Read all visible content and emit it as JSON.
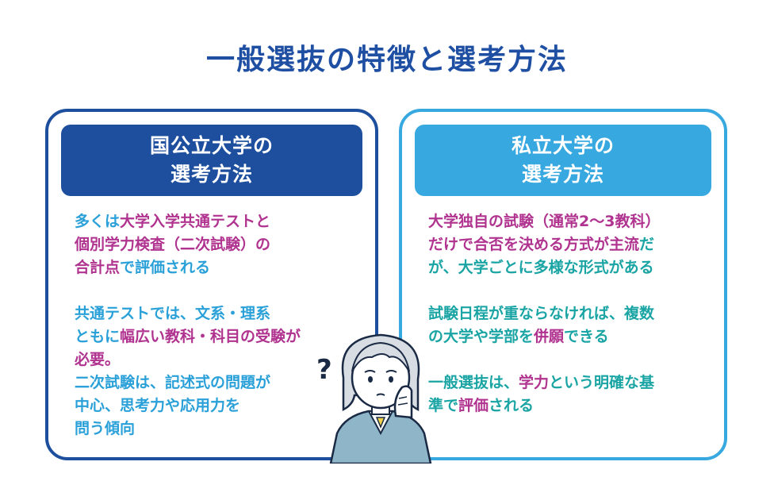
{
  "title": "一般選抜の特徴と選考方法",
  "left_card": {
    "header_line1": "国公立大学の",
    "header_line2": "選考方法",
    "p1": [
      "多くは",
      "大学入学共通テストと",
      "個別学力検査（二次試験）の",
      "合計点",
      "で評価される"
    ],
    "p2": [
      "共通テストでは、文系・理系",
      "ともに",
      "幅広い教科・科目の受験が",
      "必要。"
    ],
    "p3": [
      "二次試験は、記述式の問題が",
      "中心、思考力や応用力を",
      "問う傾向"
    ]
  },
  "right_card": {
    "header_line1": "私立大学の",
    "header_line2": "選考方法",
    "p1": [
      "大学独自の試験（通常2〜3教科）",
      "だけで合否を決める方式が主流",
      "だ",
      "が、大学ごとに多様な形式がある"
    ],
    "p2": [
      "試験日程が重ならなければ、複数",
      "の大学や学部を",
      "併願",
      "できる"
    ],
    "p3": [
      "一般選抜は、",
      "学力",
      "という明確な基",
      "準で",
      "評価",
      "される"
    ]
  },
  "illustration": {
    "question_mark": "?"
  },
  "colors": {
    "title": "#1f4fa3",
    "left_border": "#1d4f9e",
    "right_border": "#37a8e0",
    "left_text": "#2aa0d8",
    "right_text": "#1aa4a4",
    "highlight": "#b0338f"
  }
}
